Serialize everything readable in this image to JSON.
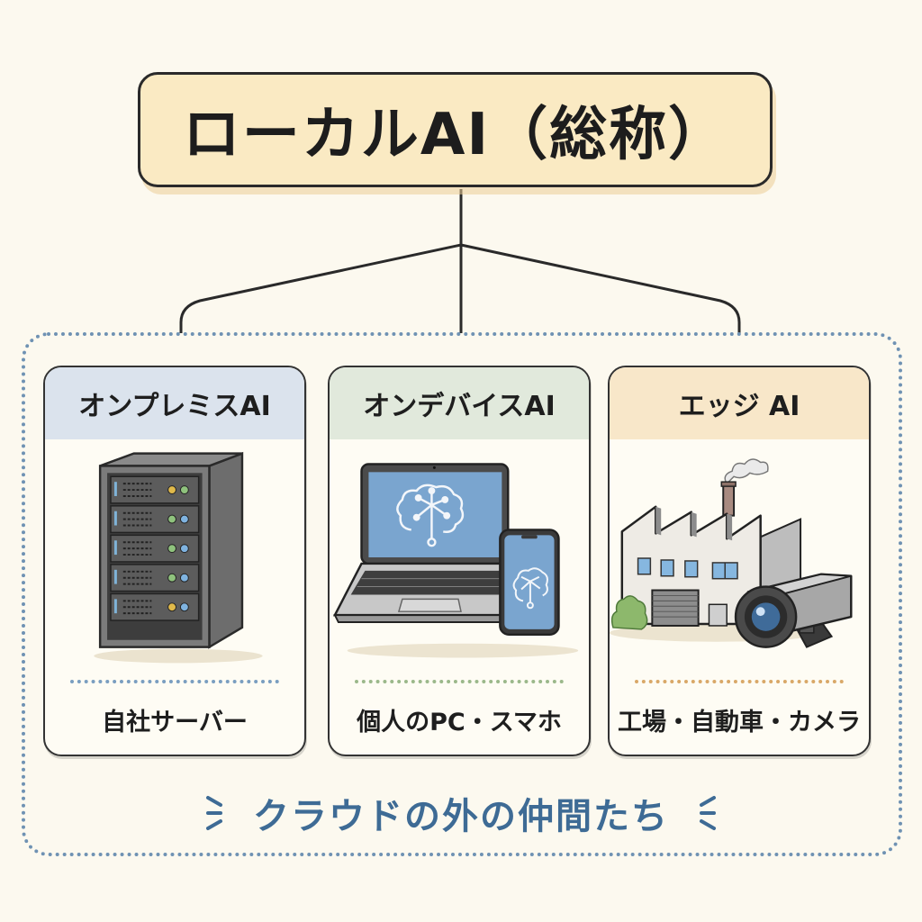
{
  "root": {
    "title": "ローカルAI（総称）"
  },
  "categories": [
    {
      "title": "オンプレミスAI",
      "caption": "自社サーバー",
      "illustration": "server-rack-icon",
      "header_color": "#dbe3ed",
      "rule_color": "#7a9ec0"
    },
    {
      "title": "オンデバイスAI",
      "caption": "個人のPC・スマホ",
      "illustration": "laptop-and-smartphone-icon",
      "header_color": "#e1e9dc",
      "rule_color": "#9bb88a"
    },
    {
      "title": "エッジ AI",
      "caption": "工場・自動車・カメラ",
      "illustration": "factory-and-camera-icon",
      "header_color": "#f8e7c9",
      "rule_color": "#d9a868"
    }
  ],
  "group": {
    "tagline": "クラウドの外の仲間たち",
    "frame_color": "#6f92b3",
    "tagline_color": "#3e6b95"
  },
  "colors": {
    "background": "#fcf9ef",
    "root_fill": "#faeac3",
    "line": "#2a2a2a"
  }
}
